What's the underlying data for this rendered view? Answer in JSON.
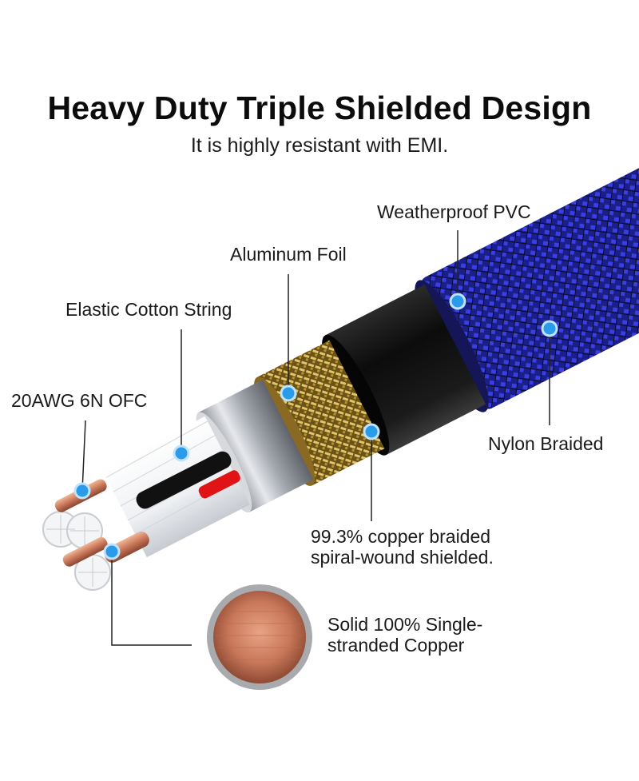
{
  "header": {
    "title": "Heavy Duty Triple Shielded Design",
    "subtitle": "It is highly resistant with EMI."
  },
  "callouts": {
    "weatherproof_pvc": "Weatherproof PVC",
    "aluminum_foil": "Aluminum Foil",
    "elastic_cotton_string": "Elastic Cotton String",
    "conductor": "20AWG 6N OFC",
    "nylon_braided": "Nylon Braided",
    "copper_shield_line1": "99.3% copper braided",
    "copper_shield_line2": "spiral-wound shielded.",
    "solid_copper_line1": "Solid 100% Single-",
    "solid_copper_line2": "stranded Copper"
  },
  "colors": {
    "braid_blue": "#2a2fc4",
    "jacket_black": "#141414",
    "foil_silver": "#b8bcc2",
    "copper": "#c9775a",
    "gold_braid": "#c9a650",
    "marker_blue": "#2a9be8"
  }
}
